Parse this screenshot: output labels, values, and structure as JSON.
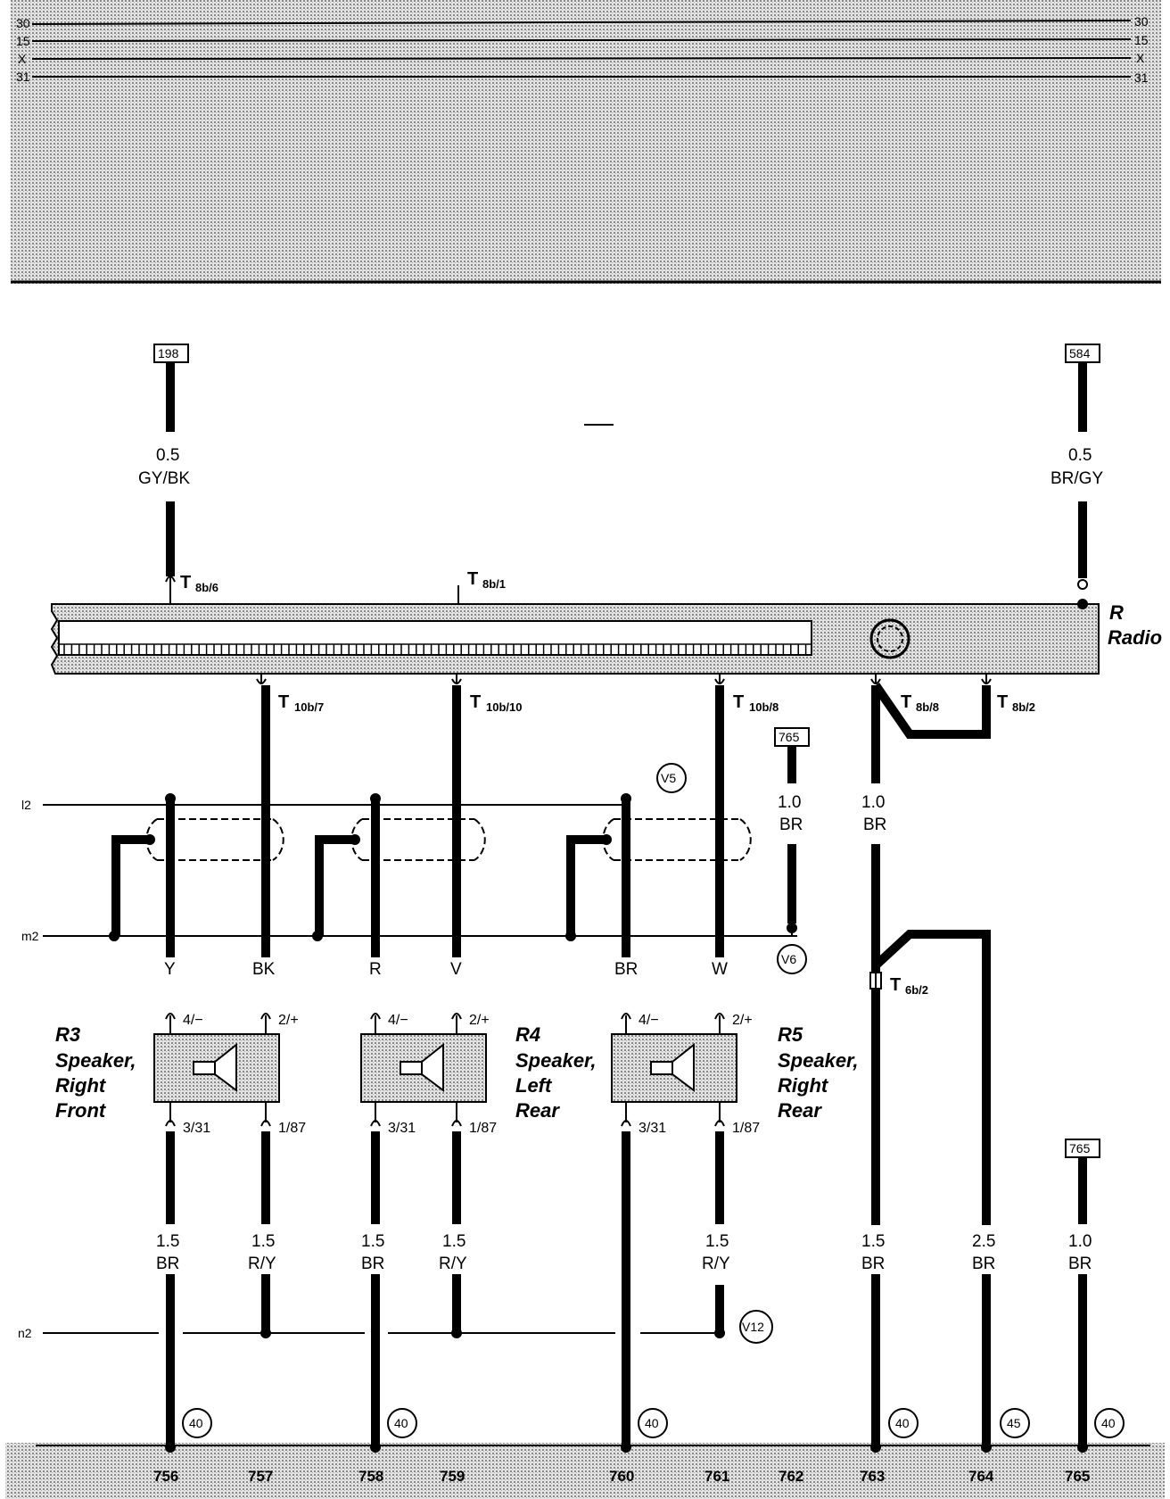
{
  "top_bus": {
    "left_labels": [
      "30",
      "15",
      "X",
      "31"
    ],
    "right_labels": [
      "30",
      "15",
      "X",
      "31"
    ]
  },
  "component": {
    "code": "R",
    "name": "Radio"
  },
  "connectors": {
    "t8b6": {
      "base": "T",
      "sub": "8b/6"
    },
    "t8b1": {
      "base": "T",
      "sub": "8b/1"
    },
    "t10b7": {
      "base": "T",
      "sub": "10b/7"
    },
    "t10b10": {
      "base": "T",
      "sub": "10b/10"
    },
    "t10b8": {
      "base": "T",
      "sub": "10b/8"
    },
    "t8b8": {
      "base": "T",
      "sub": "8b/8"
    },
    "t8b2": {
      "base": "T",
      "sub": "8b/2"
    },
    "t6b2": {
      "base": "T",
      "sub": "6b/2"
    }
  },
  "refs": {
    "r198": "198",
    "r584": "584",
    "r765a": "765",
    "r765b": "765"
  },
  "wires": {
    "w198": {
      "size": "0.5",
      "color": "GY/BK"
    },
    "w584": {
      "size": "0.5",
      "color": "BR/GY"
    },
    "w765a": {
      "size": "1.0",
      "color": "BR"
    },
    "w763top": {
      "size": "1.0",
      "color": "BR"
    },
    "b756": {
      "size": "1.5",
      "color": "BR"
    },
    "b757": {
      "size": "1.5",
      "color": "R/Y"
    },
    "b758": {
      "size": "1.5",
      "color": "BR"
    },
    "b759": {
      "size": "1.5",
      "color": "R/Y"
    },
    "b761": {
      "size": "1.5",
      "color": "R/Y"
    },
    "b763": {
      "size": "1.5",
      "color": "BR"
    },
    "b764": {
      "size": "2.5",
      "color": "BR"
    },
    "b765": {
      "size": "1.0",
      "color": "BR"
    }
  },
  "wire_colors": {
    "c1": "Y",
    "c2": "BK",
    "c3": "R",
    "c4": "V",
    "c5": "BR",
    "c6": "W"
  },
  "bus_lines": {
    "l2": "l2",
    "m2": "m2",
    "n2": "n2"
  },
  "circles": {
    "v5": "V5",
    "v6": "V6",
    "v12": "V12"
  },
  "pins": {
    "p_neg": "4/−",
    "p_pos": "2/+",
    "p_31": "3/31",
    "p_87": "1/87"
  },
  "speakers": {
    "r3": {
      "code": "R3",
      "line1": "Speaker,",
      "line2": "Right",
      "line3": "Front"
    },
    "r4": {
      "code": "R4",
      "line1": "Speaker,",
      "line2": "Left",
      "line3": "Rear"
    },
    "r5": {
      "code": "R5",
      "line1": "Speaker,",
      "line2": "Right",
      "line3": "Rear"
    }
  },
  "grounds": {
    "g1": "40",
    "g2": "40",
    "g3": "40",
    "g4": "40",
    "g5": "45",
    "g6": "40"
  },
  "tracks": [
    "756",
    "757",
    "758",
    "759",
    "760",
    "761",
    "762",
    "763",
    "764",
    "765"
  ]
}
